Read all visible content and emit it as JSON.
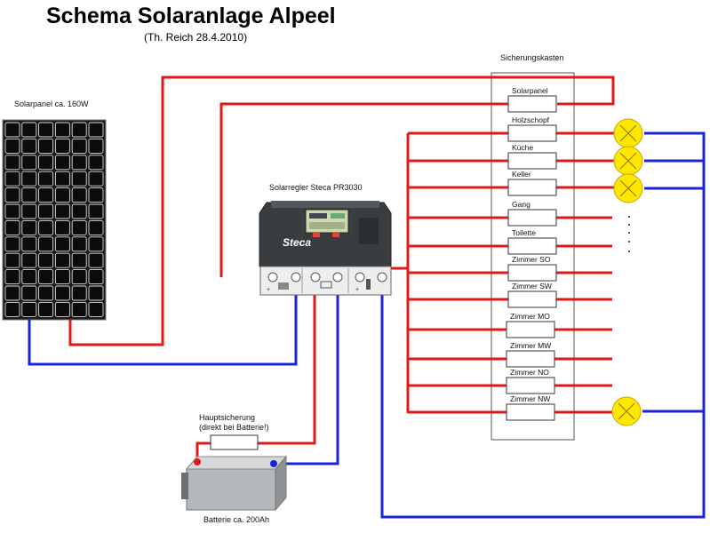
{
  "title": "Schema Solaranlage Alpeel",
  "subtitle": "(Th. Reich 28.4.2010)",
  "labels": {
    "solar_panel": "Solarpanel ca. 160W",
    "regulator": "Solarregler Steca PR3030",
    "fuse_box": "Sicherungskasten",
    "main_fuse": "Hauptsicherung",
    "main_fuse_note": "(direkt bei Batterie!)",
    "battery": "Batterie ca. 200Ah",
    "regulator_brand": "Steca"
  },
  "fuses": [
    "Solarpanel",
    "Holzschopf",
    "Küche",
    "Keller",
    "Gang",
    "Toilette",
    "Zimmer SO",
    "Zimmer SW",
    "Zimmer MO",
    "Zimmer MW",
    "Zimmer NO",
    "Zimmer NW"
  ],
  "ellipsis": "· · · · ·",
  "colors": {
    "positive": "#e01818",
    "negative": "#1a24d6",
    "lamp": "#ffe800"
  }
}
